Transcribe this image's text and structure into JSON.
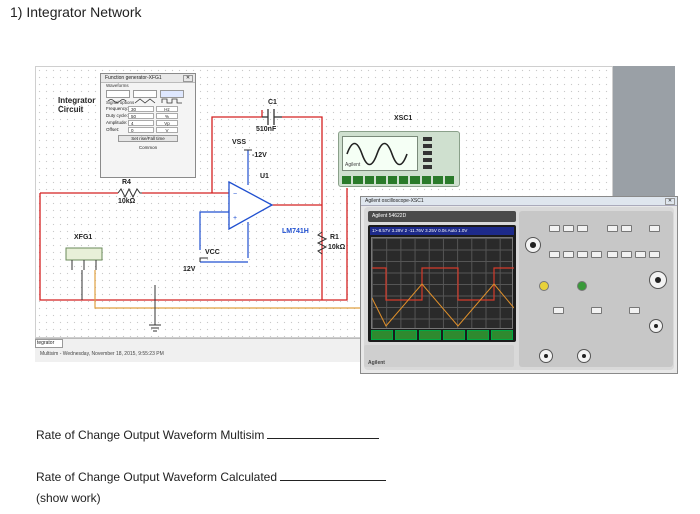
{
  "heading": "1)  Integrator Network",
  "circuit": {
    "title_line1": "Integrator",
    "title_line2": "Circuit",
    "c1_label": "C1",
    "c1_value": "510nF",
    "vss_label": "VSS",
    "vss_value": "-12V",
    "u1_label": "U1",
    "opamp_model": "LM741H",
    "r4_label": "R4",
    "r4_value": "10kΩ",
    "r1_label": "R1",
    "r1_value": "10kΩ",
    "vcc_label": "VCC",
    "vcc_value": "12V",
    "xfg1_label": "XFG1",
    "xsc1_label": "XSC1",
    "xsc_brand": "Agilent",
    "wire_color_red": "#d42020",
    "wire_color_orange": "#e0a040",
    "wire_color_blue": "#2050d0"
  },
  "function_generator": {
    "title": "Function generator-XFG1",
    "close": "✕",
    "waveforms_label": "Waveforms",
    "signal_options_label": "Signal options",
    "rows": [
      {
        "name": "Frequency:",
        "value": "30",
        "unit": "Hz"
      },
      {
        "name": "Duty cycle:",
        "value": "50",
        "unit": "%"
      },
      {
        "name": "Amplitude:",
        "value": "4",
        "unit": "Vp"
      },
      {
        "name": "Offset:",
        "value": "0",
        "unit": "V"
      }
    ],
    "set_button": "Set rise/Fall time",
    "common_label": "Common"
  },
  "oscilloscope": {
    "title": "Agilent oscilloscope-XSC1",
    "close": "✕",
    "model_bar": "Agilent  54622D",
    "status_line": "1>-8.57V 3.29V   2 -11.76V 3.25V  0.0s  Auto 1.0V",
    "brand": "Agilent",
    "trace_color": "#e0902a",
    "square_color": "#d43a2a"
  },
  "statusbar": {
    "tab_label": "tegrator",
    "text": "Multisim  -  Wednesday, November 18, 2015, 9:55:23 PM"
  },
  "questions": {
    "q1": "Rate of Change Output Waveform Multisim",
    "q2": "Rate of Change Output Waveform Calculated",
    "q2_note": "(show work)"
  }
}
